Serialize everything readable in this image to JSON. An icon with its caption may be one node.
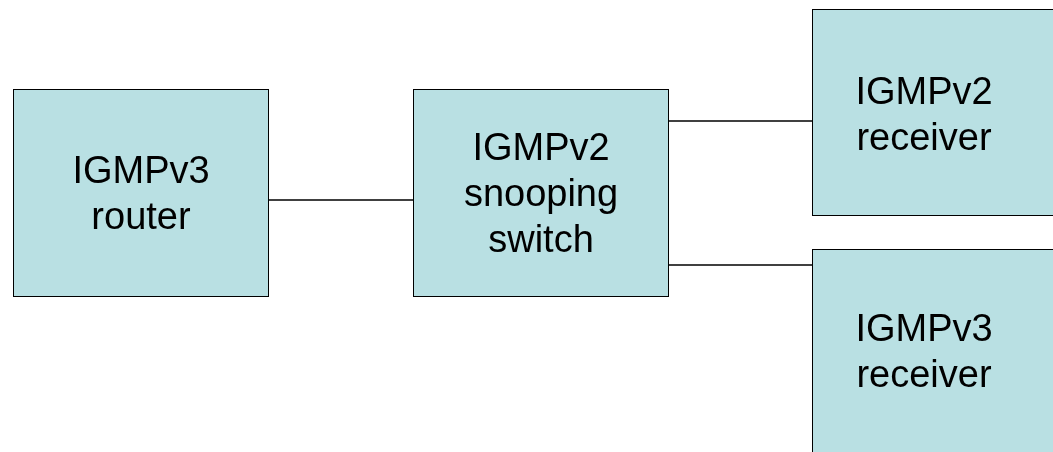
{
  "diagram": {
    "nodes": [
      {
        "text": [
          "IGMPv3 router"
        ]
      },
      {
        "text": [
          "IGMPv2 snooping switch"
        ]
      },
      {
        "text": [
          "IGMPv2 receiver"
        ]
      },
      {
        "text": [
          "IGMPv3 receiver"
        ]
      }
    ],
    "edges": [
      {
        "from": 0,
        "to": 1,
        "arrow": "none"
      },
      {
        "from": 1,
        "to": 2,
        "arrow": "none"
      },
      {
        "from": 1,
        "to": 3,
        "arrow": "none"
      }
    ]
  }
}
